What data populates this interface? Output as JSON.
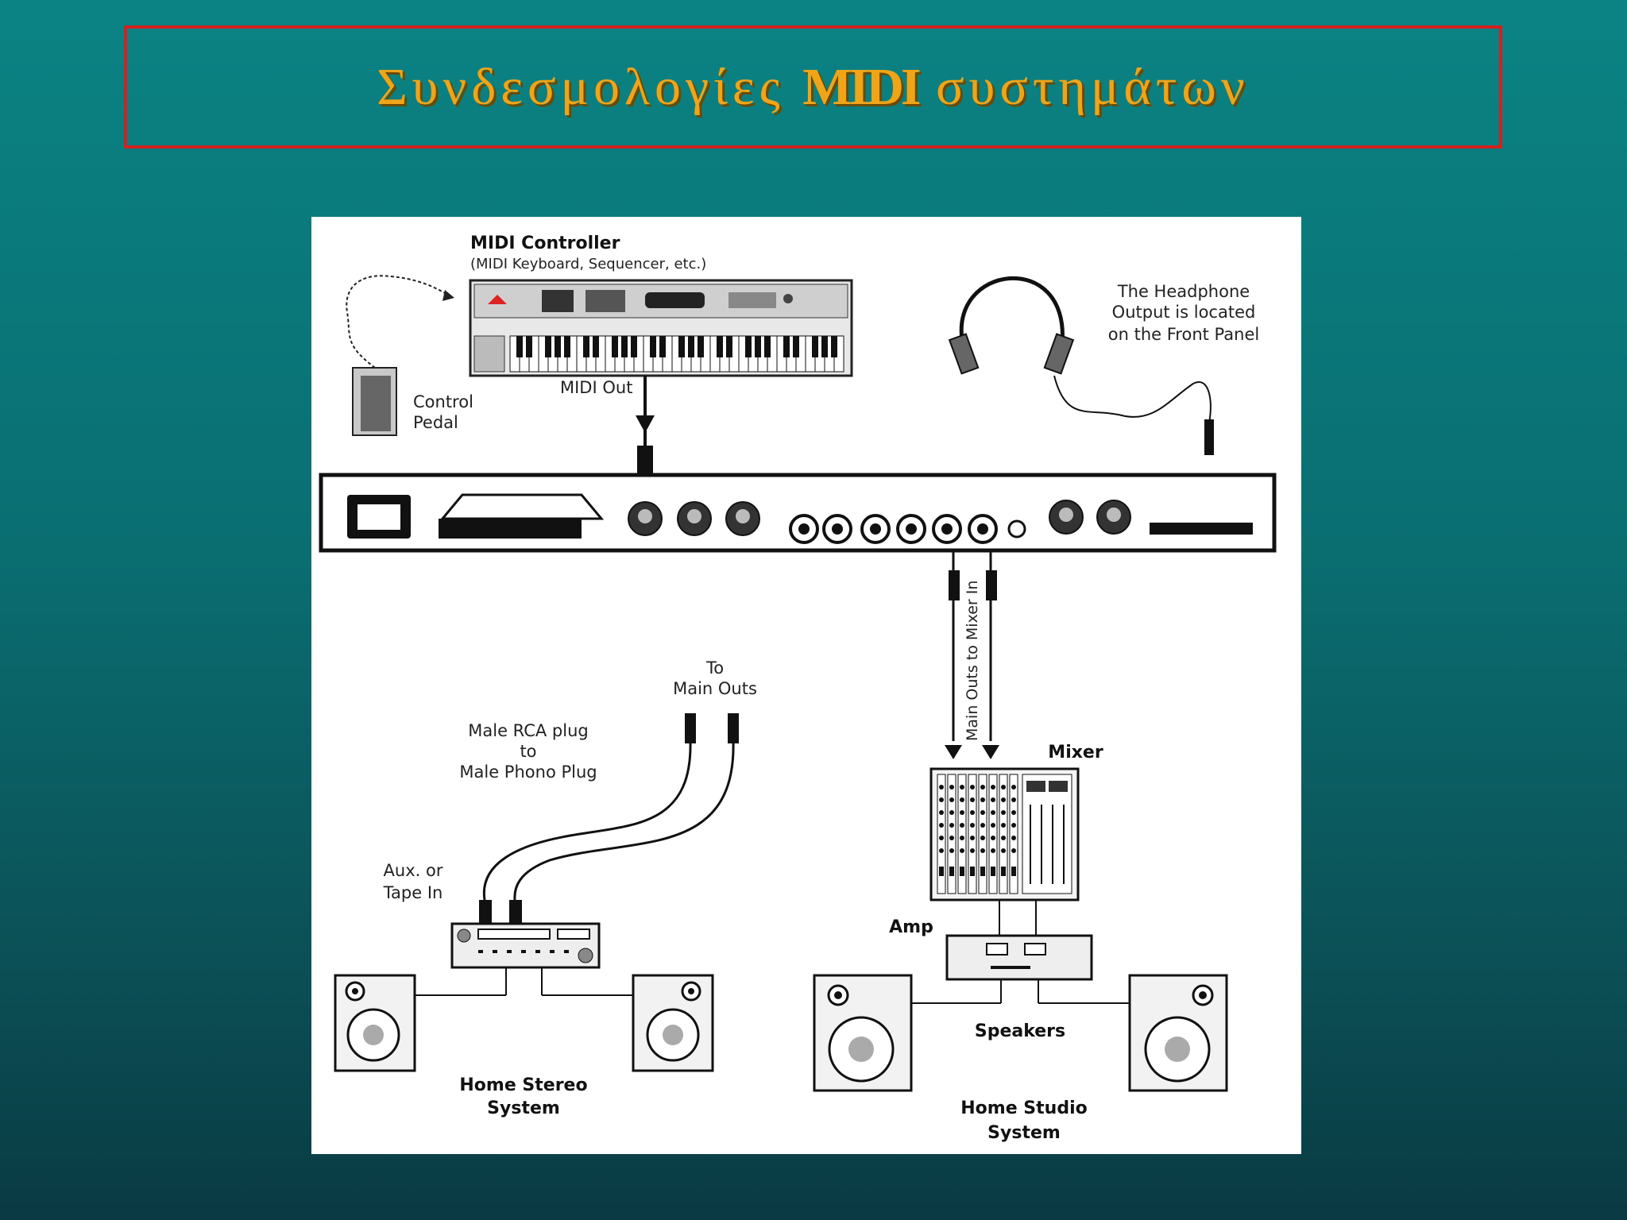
{
  "title": {
    "part1": "Συνδεσμολογίες",
    "part2": "MIDI",
    "part3": "συστημάτων"
  },
  "diagram": {
    "midi_controller_title": "MIDI Controller",
    "midi_controller_sub": "(MIDI Keyboard, Sequencer, etc.)",
    "headphone_note": [
      "The Headphone",
      "Output is located",
      "on the Front Panel"
    ],
    "control_pedal": [
      "Control",
      "Pedal"
    ],
    "midi_out": "MIDI Out",
    "to_main_outs": [
      "To",
      "Main Outs"
    ],
    "rca_plug": [
      "Male RCA plug",
      "to",
      "Male Phono Plug"
    ],
    "aux_tape_in": [
      "Aux. or",
      "Tape In"
    ],
    "main_outs_to_mixer": "Main Outs to Mixer In",
    "mixer": "Mixer",
    "amp": "Amp",
    "speakers": "Speakers",
    "home_stereo": [
      "Home Stereo",
      "System"
    ],
    "home_studio": [
      "Home Studio",
      "System"
    ]
  }
}
